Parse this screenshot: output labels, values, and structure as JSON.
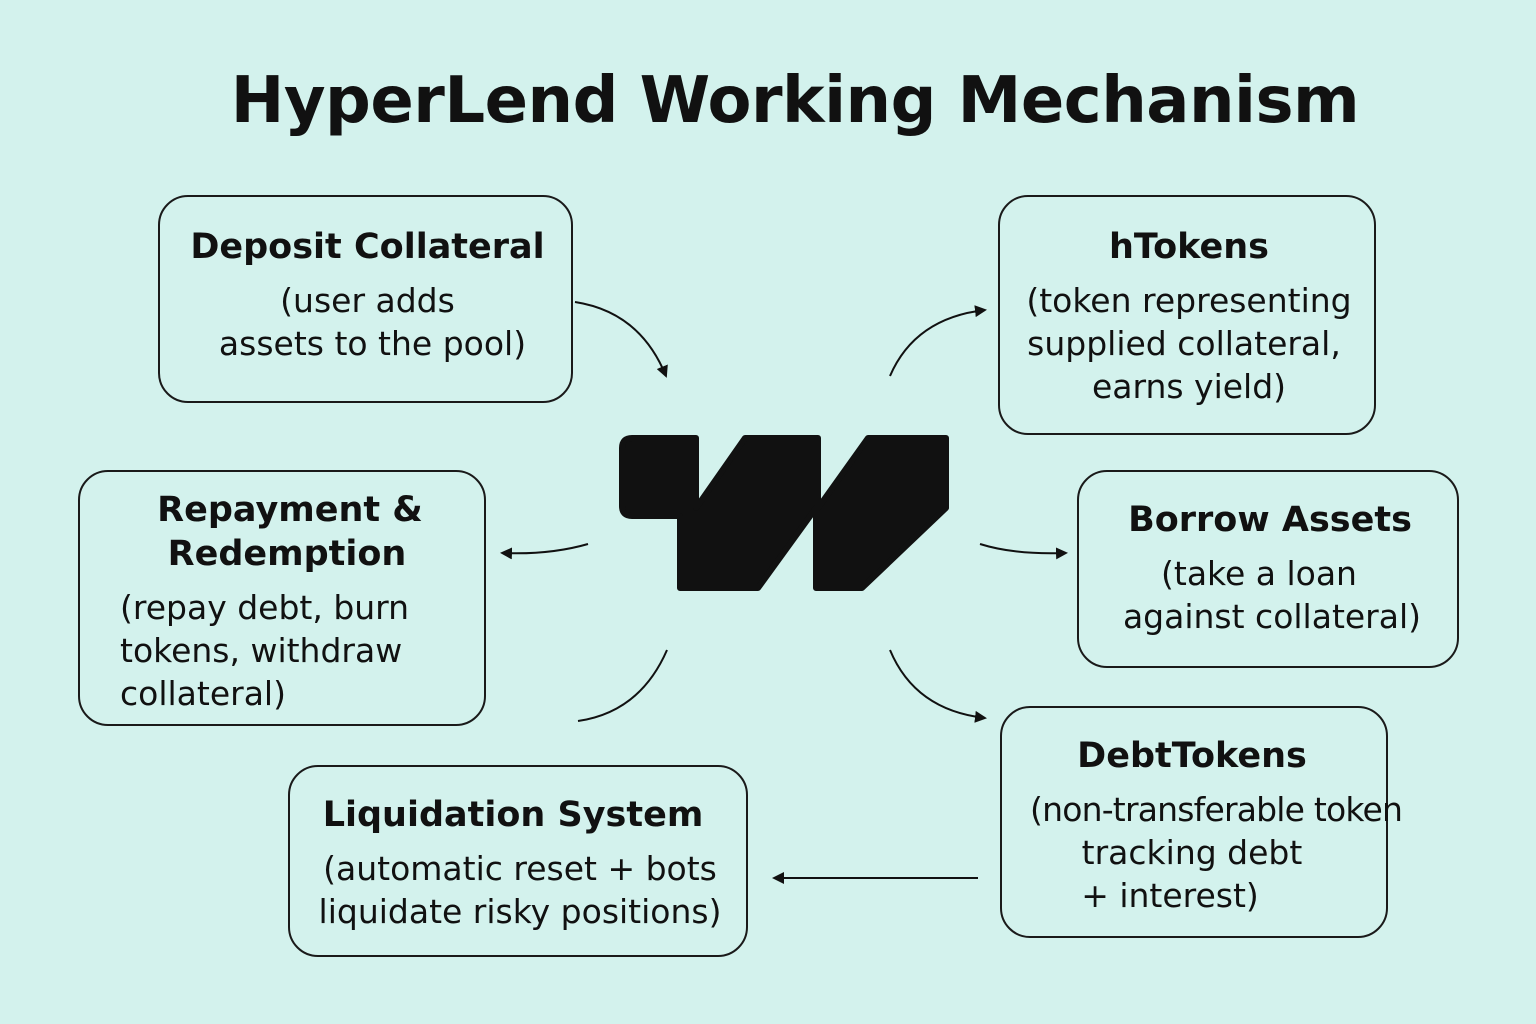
{
  "title": "HyperLend Working Mechanism",
  "colors": {
    "background": "#d3f2ed",
    "ink": "#111111"
  },
  "logo": "hyperlend-logo",
  "nodes": {
    "deposit": {
      "title": "Deposit Collateral",
      "desc_1": "(user adds",
      "desc_2": "assets to the pool)"
    },
    "htokens": {
      "title": "hTokens",
      "desc_1": "(token representing",
      "desc_2": "supplied collateral,",
      "desc_3": "earns yield)"
    },
    "repayment": {
      "title_1": "Repayment &",
      "title_2": "Redemption",
      "desc_1": "(repay debt, burn",
      "desc_2": "tokens, withdraw",
      "desc_3": "collateral)"
    },
    "borrow": {
      "title": "Borrow Assets",
      "desc_1": "(take a loan",
      "desc_2": "against collateral)"
    },
    "debt": {
      "title": "DebtTokens",
      "desc_1": "(non-transferable token",
      "desc_2": "tracking debt",
      "desc_3": "+ interest)"
    },
    "liquidation": {
      "title": "Liquidation System",
      "desc_1": "(automatic reset + bots",
      "desc_2": "liquidate risky positions)"
    }
  }
}
